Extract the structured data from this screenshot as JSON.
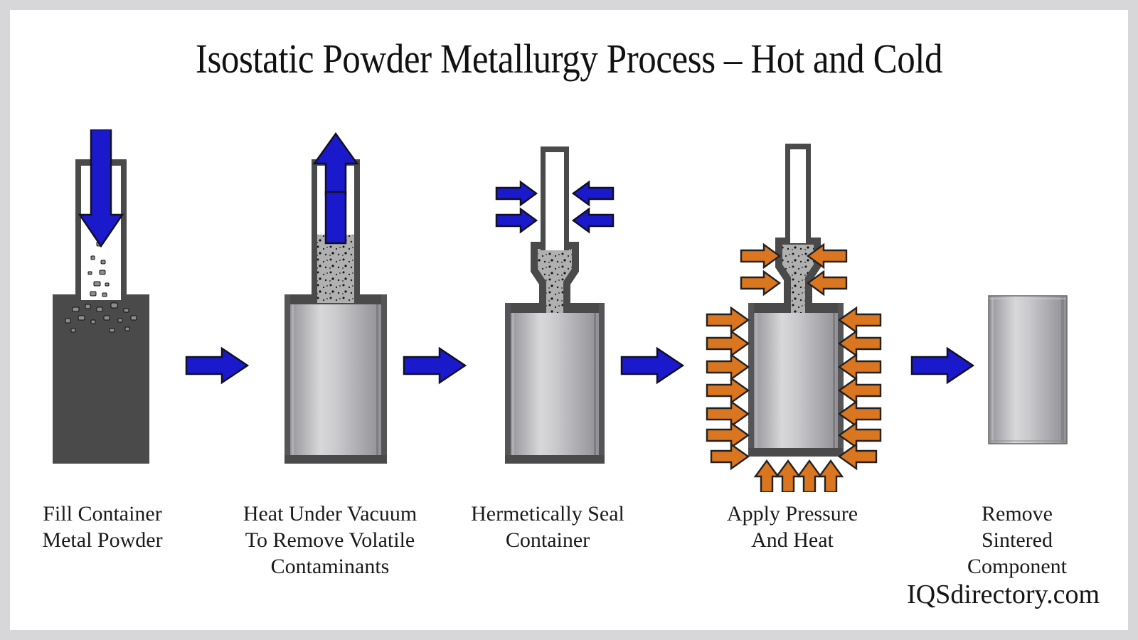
{
  "title": "Isostatic Powder Metallurgy Process – Hot and Cold",
  "watermark": "IQSdirectory.com",
  "colors": {
    "page_border": "#d7d7d9",
    "background": "#ffffff",
    "blue_arrow": "#1a19cc",
    "orange_arrow": "#d9761f",
    "container_wall": "#4a4a4a",
    "powder_gray": "#a9a9a9",
    "metal_light": "#d6d6d8",
    "metal_dark": "#8b8b90",
    "text": "#1a1a1a"
  },
  "steps": [
    {
      "id": "fill-container",
      "caption_lines": [
        "Fill Container",
        "Metal Powder"
      ],
      "arrow_icon": "arrow-down-icon",
      "arrow_color": "blue",
      "arrow_direction": "down",
      "fill_level_percent": 62
    },
    {
      "id": "heat-under-vacuum",
      "caption_lines": [
        "Heat Under Vacuum",
        "To Remove Volatile",
        "Contaminants"
      ],
      "arrow_icon": "arrow-up-icon",
      "arrow_color": "blue",
      "arrow_direction": "up",
      "fill_level_percent": 100
    },
    {
      "id": "hermetically-seal",
      "caption_lines": [
        "Hermetically Seal",
        "Container"
      ],
      "arrow_icon": "arrow-inward-icon",
      "arrow_color": "blue",
      "arrow_direction": "inward",
      "seal_arrow_pairs": 2
    },
    {
      "id": "apply-pressure-and-heat",
      "caption_lines": [
        "Apply Pressure",
        "And Heat"
      ],
      "arrow_icon": "arrow-inward-icon",
      "arrow_color": "orange",
      "arrow_direction": "inward",
      "neck_arrow_pairs": 2,
      "body_arrow_pairs": 7,
      "bottom_arrows": 4
    },
    {
      "id": "remove-sintered-component",
      "caption_lines": [
        "Remove",
        "Sintered",
        "Component"
      ],
      "arrow_icon": "none",
      "arrow_color": "none",
      "arrow_direction": "none"
    }
  ],
  "connectors": [
    {
      "id": "connector-1",
      "icon": "arrow-right-icon",
      "color": "blue"
    },
    {
      "id": "connector-2",
      "icon": "arrow-right-icon",
      "color": "blue"
    },
    {
      "id": "connector-3",
      "icon": "arrow-right-icon",
      "color": "blue"
    },
    {
      "id": "connector-4",
      "icon": "arrow-right-icon",
      "color": "blue"
    }
  ]
}
